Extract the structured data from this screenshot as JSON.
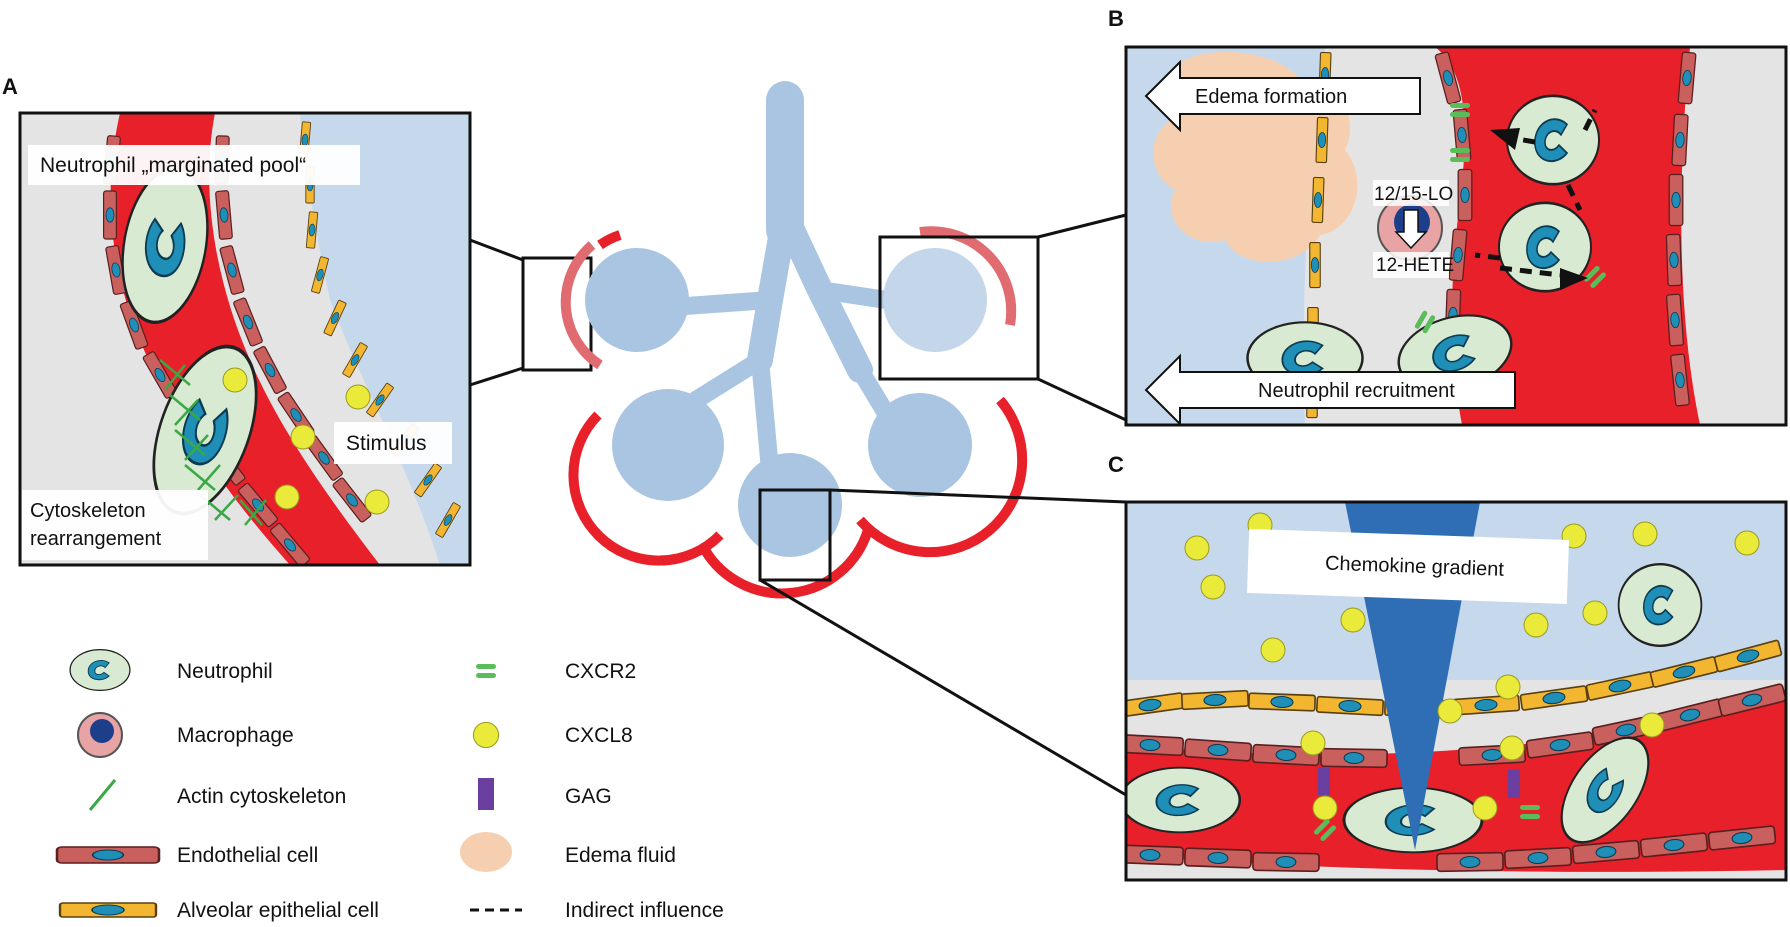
{
  "panels": {
    "a": {
      "letter": "A",
      "title": "Neutrophil „marginated pool“",
      "stimulus": "Stimulus",
      "cytoskeleton_line1": "Cytoskeleton",
      "cytoskeleton_line2": "rearrangement"
    },
    "b": {
      "letter": "B",
      "edema": "Edema formation",
      "enzyme": "12/15-LO",
      "product": "12-HETE",
      "recruitment": "Neutrophil recruitment"
    },
    "c": {
      "letter": "C",
      "gradient": "Chemokine gradient"
    }
  },
  "legend": {
    "items": [
      {
        "label": "Neutrophil",
        "icon": "neutrophil-icon"
      },
      {
        "label": "Macrophage",
        "icon": "macrophage-icon"
      },
      {
        "label": "Actin cytoskeleton",
        "icon": "actin-icon"
      },
      {
        "label": "Endothelial cell",
        "icon": "endothelial-cell-icon"
      },
      {
        "label": "Alveolar epithelial cell",
        "icon": "epithelial-cell-icon"
      },
      {
        "label": "CXCR2",
        "icon": "cxcr2-icon"
      },
      {
        "label": "CXCL8",
        "icon": "cxcl8-icon"
      },
      {
        "label": "GAG",
        "icon": "gag-icon"
      },
      {
        "label": "Edema fluid",
        "icon": "edema-fluid-icon"
      },
      {
        "label": "Indirect influence",
        "icon": "dashed-line-icon"
      }
    ]
  },
  "colors": {
    "vessel_red": "#e8202a",
    "endothelial": "#c9605e",
    "epithelial": "#f2b631",
    "nucleus": "#1f8fb8",
    "neutrophil_fill": "#d9ead2",
    "airspace": "#c6d9ec",
    "interstitium": "#e3e3e3",
    "cxcl8": "#eaea3a",
    "cxcr2": "#5bbd5a",
    "gag": "#6a3fa0",
    "edema": "#f6cfb0",
    "gradient_blue": "#2f6db5",
    "lung_blue": "#aac5e2"
  }
}
